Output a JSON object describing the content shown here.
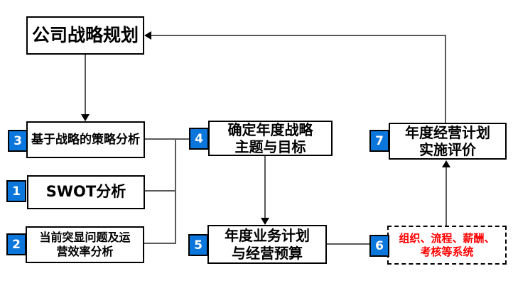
{
  "diagram": {
    "nodes": {
      "company_strategy": {
        "label": "公司战略规划"
      },
      "strategy_analysis": {
        "num": "3",
        "line1": "基于战略的策略分析"
      },
      "swot": {
        "num": "1",
        "line1": "SWOT分析"
      },
      "current_issues": {
        "num": "2",
        "line1": "当前突显问题及运",
        "line2": "营效率分析"
      },
      "annual_theme": {
        "num": "4",
        "line1": "确定年度战略",
        "line2": "主题与目标"
      },
      "annual_plan": {
        "num": "5",
        "line1": "年度业务计划",
        "line2": "与经营预算"
      },
      "systems": {
        "num": "6",
        "line1": "组织、流程、薪酬、",
        "line2": "考核等系统"
      },
      "evaluation": {
        "num": "7",
        "line1": "年度经营计划",
        "line2": "实施评价"
      }
    },
    "colors": {
      "badge_blue": "#0b76db",
      "systems_text_red": "#ff0000",
      "connector_gray": "#595959",
      "box_border_black": "#000000"
    }
  }
}
